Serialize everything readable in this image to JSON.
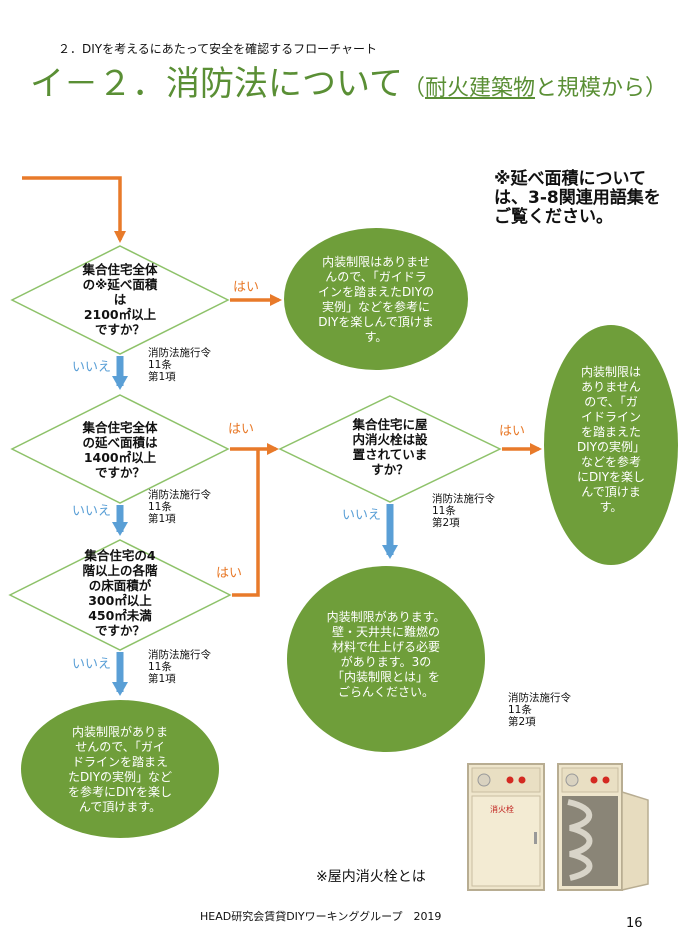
{
  "subtitle": "２．DIYを考えるにあたって安全を確認するフローチャート",
  "title": {
    "main": "イ－２．消防法について",
    "paren_open": "（",
    "paren_underlined": "耐火建築物",
    "paren_rest": "と規模から）"
  },
  "note": "※延べ面積については、3-8関連用語集をご覧ください。",
  "decisions": {
    "q1": [
      "集合住宅全体",
      "の※延べ面積",
      "は",
      "2100㎡以上",
      "ですか？"
    ],
    "q2": [
      "集合住宅全体",
      "の延べ面積は",
      "1400㎡以上",
      "ですか？"
    ],
    "q3": [
      "集合住宅の4",
      "階以上の各階",
      "の床面積が",
      "300㎡以上",
      "450㎡未満",
      "ですか？"
    ],
    "q4": [
      "集合住宅に屋",
      "内消火栓は設",
      "置されていま",
      "すか？"
    ]
  },
  "outcomes": {
    "o1": [
      "内装制限はありませ",
      "んので、「ガイドラ",
      "インを踏まえたDIYの",
      "実例」などを参考に",
      "DIYを楽しんで頂けま",
      "す。"
    ],
    "o2": [
      "内装制限は",
      "ありません",
      "ので、「ガ",
      "イドライン",
      "を踏まえた",
      "DIYの実例」",
      "などを参考",
      "にDIYを楽し",
      "んで頂けま",
      "す。"
    ],
    "o3": [
      "内装制限がありま",
      "せんので、「ガイ",
      "ドラインを踏まえ",
      "たDIYの実例」など",
      "を参考にDIYを楽し",
      "んで頂けます。"
    ],
    "o4": [
      "内装制限があります。",
      "壁・天井共に難燃の",
      "材料で仕上げる必要",
      "があります。3の",
      "「内装制限とは」を",
      "ごらんください。"
    ]
  },
  "labels": {
    "yes": "はい",
    "no": "いいえ"
  },
  "refs": {
    "r1": [
      "消防法施行令",
      "11条",
      "第1項"
    ],
    "r2": [
      "消防法施行令",
      "11条",
      "第1項"
    ],
    "r3": [
      "消防法施行令",
      "11条",
      "第1項"
    ],
    "r4": [
      "消防法施行令",
      "11条",
      "第2項"
    ],
    "r5": [
      "消防法施行令",
      "11条",
      "第2項"
    ]
  },
  "cabinet_text": "消火栓",
  "hydrant_label": "※屋内消火栓とは",
  "footer": "HEAD研究会賃貸DIYワーキンググループ　2019",
  "page_number": "16",
  "colors": {
    "green": "#6f9e3a",
    "title_green": "#5a8f35",
    "orange": "#e87a2a",
    "blue": "#5a9fd6"
  }
}
